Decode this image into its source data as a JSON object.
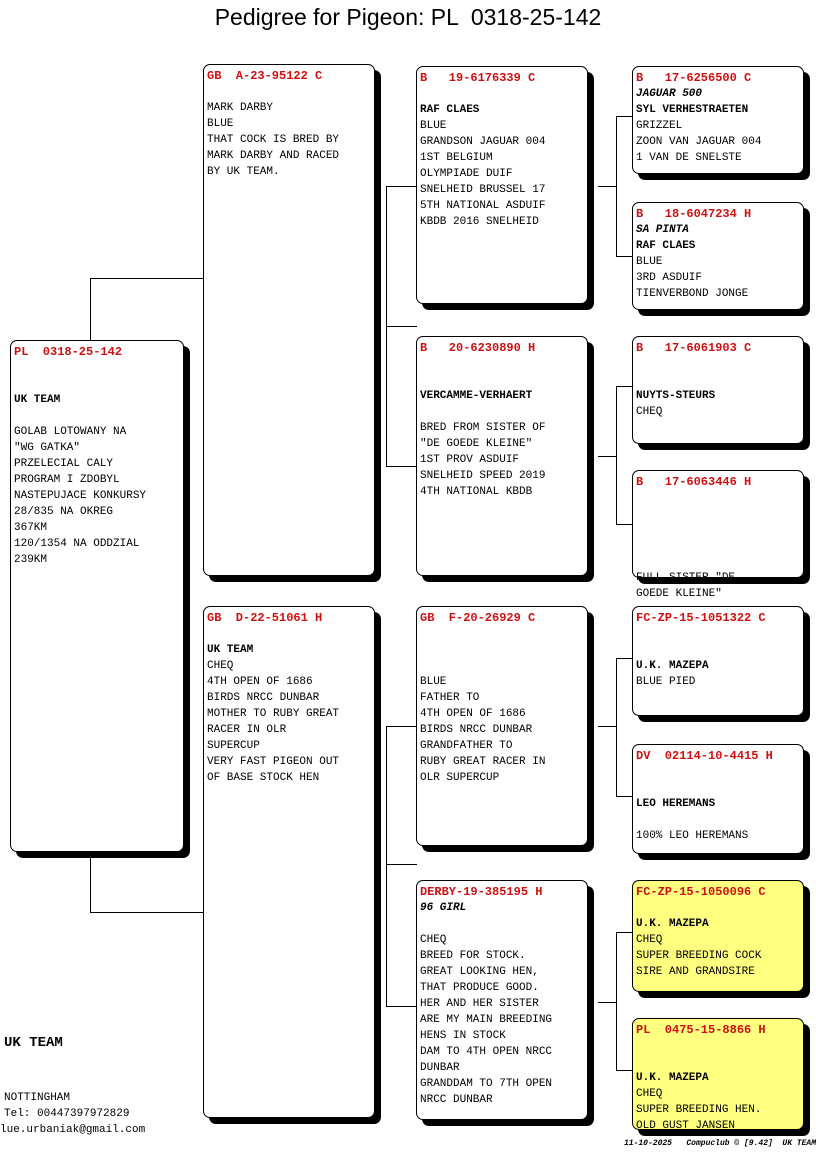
{
  "title": "Pedigree for Pigeon: PL  0318-25-142",
  "cards": [
    {
      "id": "subject",
      "ring": "PL  0318-25-142",
      "name": "",
      "lines": [
        "",
        "UK TEAM",
        "",
        "GOLAB LOTOWANY NA",
        "\"WG GATKA\"",
        "PRZELECIAL CALY",
        "PROGRAM I ZDOBYL",
        "NASTEPUJACE KONKURSY",
        "28/835 NA OKREG",
        "367KM",
        "120/1354 NA ODDZIAL",
        "239KM"
      ],
      "bold": [
        1
      ]
    },
    {
      "id": "sire",
      "ring": "GB  A-23-95122 C",
      "name": "",
      "lines": [
        "MARK DARBY",
        "BLUE",
        "THAT COCK IS BRED BY",
        "MARK DARBY AND RACED",
        "BY UK TEAM."
      ],
      "bold": []
    },
    {
      "id": "dam",
      "ring": "GB  D-22-51061 H",
      "name": "",
      "lines": [
        "UK TEAM",
        "CHEQ",
        "4TH OPEN OF 1686",
        "BIRDS NRCC DUNBAR",
        "MOTHER TO RUBY GREAT",
        "RACER IN OLR",
        "SUPERCUP",
        "VERY FAST PIGEON OUT",
        "OF BASE STOCK HEN"
      ],
      "bold": [
        0
      ]
    },
    {
      "id": "ss",
      "ring": "B   19-6176339 C",
      "name": "",
      "lines": [
        "RAF CLAES",
        "BLUE",
        "GRANDSON JAGUAR 004",
        "1ST BELGIUM",
        "OLYMPIADE DUIF",
        "SNELHEID BRUSSEL 17",
        "5TH NATIONAL ASDUIF",
        "KBDB 2016 SNELHEID"
      ],
      "bold": [
        0
      ]
    },
    {
      "id": "sd",
      "ring": "B   20-6230890 H",
      "name": "",
      "lines": [
        "",
        "VERCAMME-VERHAERT",
        "",
        "BRED FROM SISTER OF",
        "\"DE GOEDE KLEINE\"",
        "1ST PROV ASDUIF",
        "SNELHEID SPEED 2019",
        "4TH NATIONAL KBDB"
      ],
      "bold": [
        1
      ]
    },
    {
      "id": "ds",
      "ring": "GB  F-20-26929 C",
      "name": "",
      "lines": [
        "",
        "",
        "BLUE",
        "FATHER TO",
        "4TH OPEN OF 1686",
        "BIRDS NRCC DUNBAR",
        "GRANDFATHER TO",
        "RUBY GREAT RACER IN",
        "OLR SUPERCUP"
      ],
      "bold": []
    },
    {
      "id": "dd",
      "ring": "DERBY-19-385195 H",
      "name": "96 GIRL",
      "lines": [
        "",
        "CHEQ",
        "BREED FOR STOCK.",
        "GREAT LOOKING HEN,",
        "THAT PRODUCE GOOD.",
        "HER AND HER SISTER",
        "ARE MY MAIN BREEDING",
        "HENS IN STOCK",
        "DAM TO 4TH OPEN NRCC",
        "DUNBAR",
        "GRANDDAM TO 7TH OPEN",
        "NRCC DUNBAR"
      ],
      "bold": []
    },
    {
      "id": "sss",
      "ring": "B   17-6256500 C",
      "name": "JAGUAR 500",
      "lines": [
        "SYL VERHESTRAETEN",
        "GRIZZEL",
        "ZOON VAN JAGUAR 004",
        "1 VAN DE SNELSTE"
      ],
      "bold": [
        0
      ]
    },
    {
      "id": "ssd",
      "ring": "B   18-6047234 H",
      "name": "SA PINTA",
      "lines": [
        "RAF CLAES",
        "BLUE",
        "3RD ASDUIF",
        "TIENVERBOND JONGE"
      ],
      "bold": [
        0
      ]
    },
    {
      "id": "sds",
      "ring": "B   17-6061903 C",
      "name": "",
      "lines": [
        "",
        "NUYTS-STEURS",
        "CHEQ"
      ],
      "bold": [
        1
      ]
    },
    {
      "id": "sdd",
      "ring": "B   17-6063446 H",
      "name": "",
      "lines": [
        "",
        "",
        "",
        "",
        "FULL SISTER \"DE",
        "GOEDE KLEINE\""
      ],
      "bold": []
    },
    {
      "id": "dss",
      "ring": "FC-ZP-15-1051322 C",
      "name": "",
      "lines": [
        "",
        "U.K. MAZEPA",
        "BLUE PIED"
      ],
      "bold": [
        1
      ]
    },
    {
      "id": "dsd",
      "ring": "DV  02114-10-4415 H",
      "name": "",
      "lines": [
        "",
        "LEO HEREMANS",
        "",
        "100% LEO HEREMANS"
      ],
      "bold": [
        1
      ]
    },
    {
      "id": "dds",
      "ring": "FC-ZP-15-1050096 C",
      "name": "",
      "lines": [
        "U.K. MAZEPA",
        "CHEQ",
        "SUPER BREEDING COCK",
        "SIRE AND GRANDSIRE"
      ],
      "bold": [
        0
      ]
    },
    {
      "id": "ddd",
      "ring": "PL  0475-15-8866 H",
      "name": "",
      "lines": [
        "",
        "U.K. MAZEPA",
        "CHEQ",
        "SUPER BREEDING HEN.",
        "OLD GUST JANSEN"
      ],
      "bold": [
        1
      ]
    }
  ],
  "breeder": {
    "name": "UK TEAM",
    "city": "NOTTINGHAM",
    "tel": "Tel: 00447397972829",
    "email": "lue.urbaniak@gmail.com"
  },
  "footer": "11-10-2025   Compuclub © [9.42]  UK TEAM",
  "colors": {
    "ring": "#d01010",
    "highlight": "#ffff80"
  }
}
